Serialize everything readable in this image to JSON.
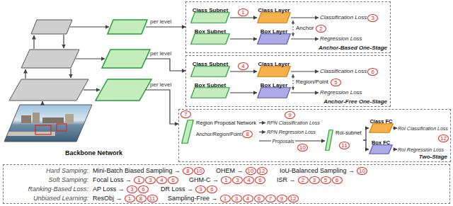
{
  "diagram": {
    "nodes": [
      {
        "text": [
          "Backbone Network"
        ]
      },
      {
        "text": [
          "Anchor-Based One-Stage"
        ]
      },
      {
        "text": [
          "Class Subnet"
        ],
        "in": 1
      },
      {
        "text": [
          "Class Layer"
        ],
        "in": 1
      },
      {
        "text": [
          "Box Subnet"
        ],
        "in": 1
      },
      {
        "text": [
          "Box Layer"
        ],
        "in": 1
      },
      {
        "text": [
          "Anchor-Free One-Stage"
        ]
      },
      {
        "text": [
          "Class Subnet"
        ],
        "in": 6
      },
      {
        "text": [
          "Class Layer"
        ],
        "in": 6
      },
      {
        "text": [
          "Box Subnet"
        ],
        "in": 6
      },
      {
        "text": [
          "Box Layer"
        ],
        "in": 6
      },
      {
        "text": [
          "Two-Stage"
        ]
      },
      {
        "text": [
          "Region Proposal Network"
        ],
        "in": 11
      },
      {
        "text": [
          "RoI-subnet"
        ],
        "in": 11
      },
      {
        "text": [
          "Class FC"
        ],
        "in": 11
      },
      {
        "text": [
          "Box FC"
        ],
        "in": 11
      },
      {
        "text": [
          "Hard Samping:",
          "Mini-Batch Biased Sampling →",
          "OHEM →",
          "IoU-Balanced Sampling →",
          "Soft Samping:",
          "Focal Loss →",
          "GHM-C →",
          "ISR →",
          "Ranking-Based Loss:",
          "AP Loss →",
          "DR Loss →",
          "Unbiased Learning:",
          "ResObj →",
          "Sampling-Free →"
        ]
      }
    ],
    "edges": [
      {
        "from": 0,
        "to": 1,
        "arrow": "to",
        "label": "per level"
      },
      {
        "from": 0,
        "to": 6,
        "arrow": "to",
        "label": "per level"
      },
      {
        "from": 0,
        "to": 11,
        "arrow": "to",
        "label": "per level"
      },
      {
        "from": 2,
        "to": 3,
        "arrow": "to"
      },
      {
        "from": 4,
        "to": 5,
        "arrow": "to"
      },
      {
        "from": 7,
        "to": 8,
        "arrow": "to"
      },
      {
        "from": 9,
        "to": 10,
        "arrow": "to"
      },
      {
        "from": 12,
        "to": 13,
        "arrow": "to",
        "label": "Proposals"
      },
      {
        "from": 13,
        "to": 14,
        "arrow": "to"
      },
      {
        "from": 13,
        "to": 15,
        "arrow": "to"
      }
    ],
    "labels": [
      "1",
      "Classification Loss",
      "3",
      "Regression Loss",
      "Anchor",
      "2",
      "4",
      "Classification Loss",
      "6",
      "Regression Loss",
      "Region/Point",
      "5",
      "7",
      "Anchor/Region/Point",
      "8",
      "9",
      "RPN Classification Loss",
      "RPN Regression Loss",
      "10",
      "11",
      "RoI Classification Loss",
      "RoI Regression Loss",
      "12",
      "8",
      "10",
      "10",
      "12",
      "10",
      "1",
      "3",
      "4",
      "6",
      "1",
      "3",
      "4",
      "6",
      "2",
      "3",
      "5",
      "6",
      "3",
      "6",
      "3",
      "6",
      "1",
      "8",
      "11",
      "1",
      "3",
      "4",
      "6",
      "7",
      "9",
      "12"
    ]
  }
}
